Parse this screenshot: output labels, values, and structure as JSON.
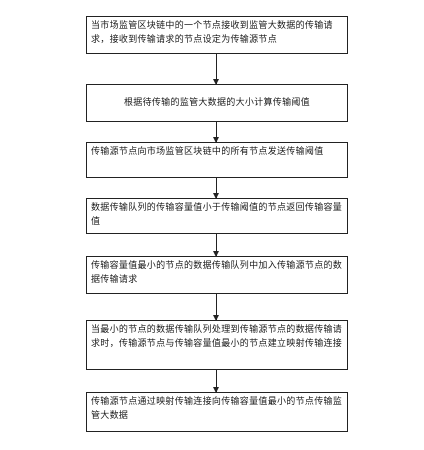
{
  "flowchart": {
    "steps": [
      "当市场监管区块链中的一个节点接收到监管大数据的传输请求，接收到传输请求的节点设定为传输源节点",
      "根据待传输的监管大数据的大小计算传输阈值",
      "传输源节点向市场监管区块链中的所有节点发送传输阈值",
      "数据传输队列的传输容量值小于传输阈值的节点返回传输容量值",
      "传输容量值最小的节点的数据传输队列中加入传输源节点的数据传输请求",
      "当最小的节点的数据传输队列处理到传输源节点的数据传输请求时，传输源节点与传输容量值最小的节点建立映射传输连接",
      "传输源节点通过映射传输连接向传输容量值最小的节点传输监管大数据"
    ]
  }
}
